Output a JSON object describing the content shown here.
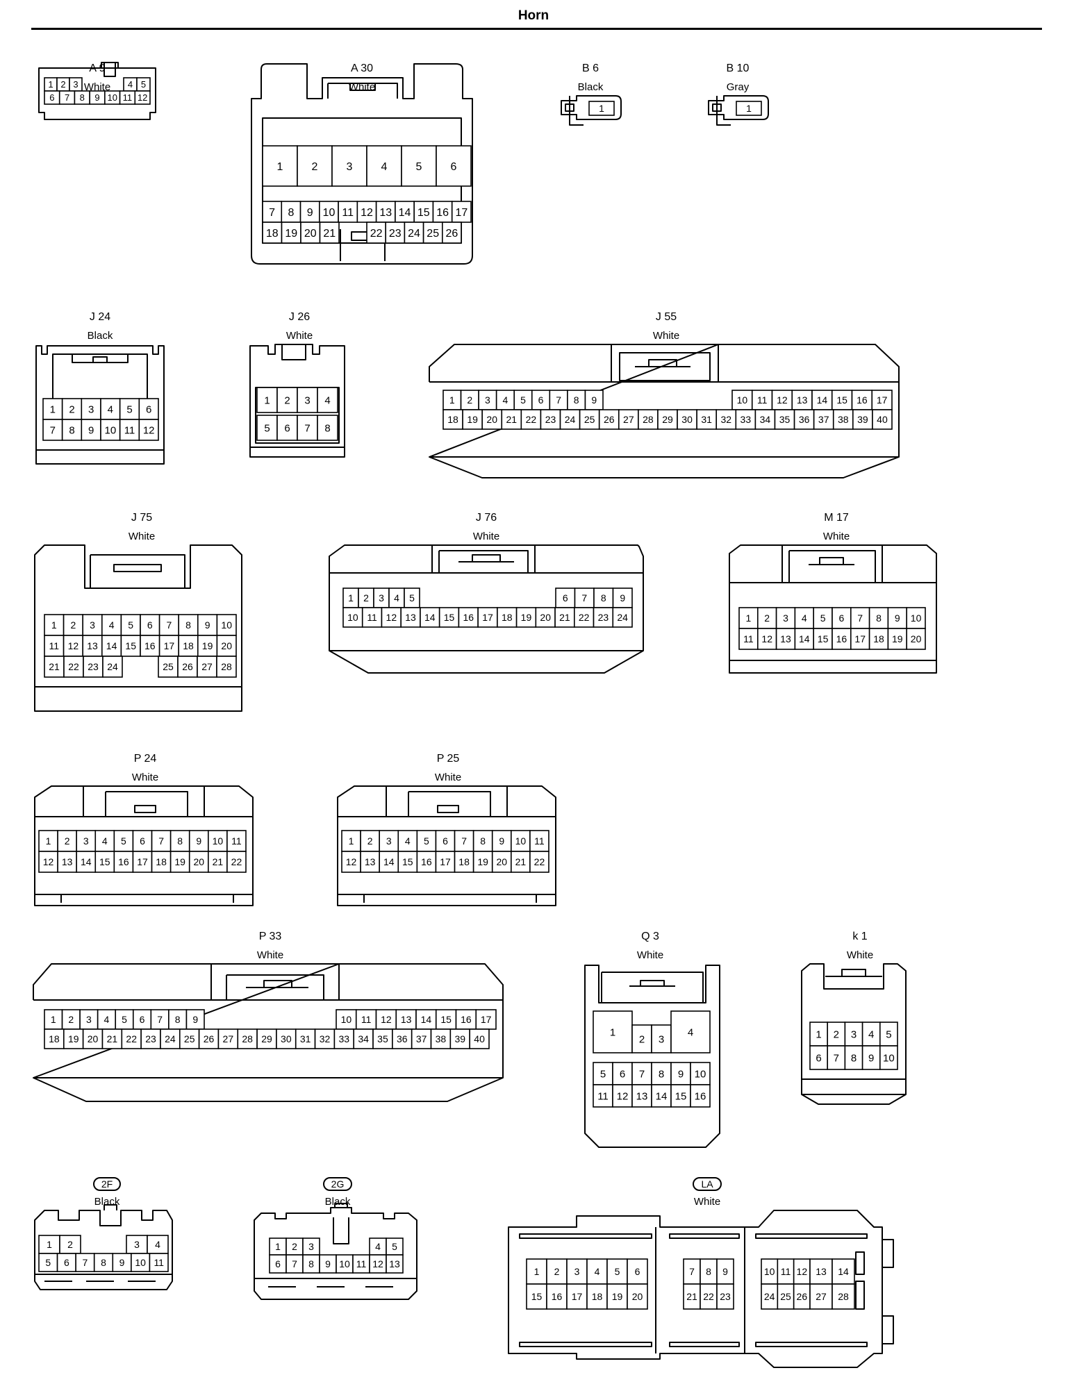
{
  "page": {
    "title": "Horn"
  },
  "connectors": [
    {
      "code": "A 9",
      "color": "White"
    },
    {
      "code": "A 30",
      "color": "White"
    },
    {
      "code": "B 6",
      "color": "Black"
    },
    {
      "code": "B 10",
      "color": "Gray"
    },
    {
      "code": "J 24",
      "color": "Black"
    },
    {
      "code": "J 26",
      "color": "White"
    },
    {
      "code": "J 55",
      "color": "White"
    },
    {
      "code": "J 75",
      "color": "White"
    },
    {
      "code": "J 76",
      "color": "White"
    },
    {
      "code": "M 17",
      "color": "White"
    },
    {
      "code": "P 24",
      "color": "White"
    },
    {
      "code": "P 25",
      "color": "White"
    },
    {
      "code": "P 33",
      "color": "White"
    },
    {
      "code": "Q 3",
      "color": "White"
    },
    {
      "code": "k 1",
      "color": "White"
    },
    {
      "code": "2F",
      "color": "Black",
      "oval": true
    },
    {
      "code": "2G",
      "color": "Black",
      "oval": true
    },
    {
      "code": "LA",
      "color": "White",
      "oval": true
    }
  ]
}
